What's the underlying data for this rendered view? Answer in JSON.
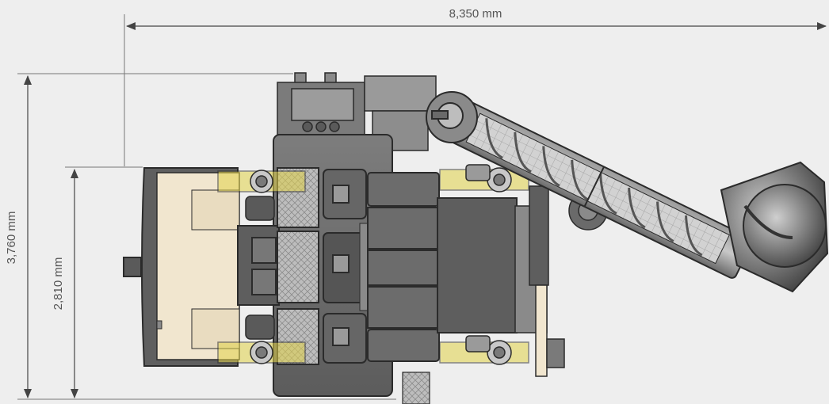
{
  "dimensions": {
    "overall_length": "8,350 mm",
    "overall_width": "3,760 mm",
    "track_width": "2,810 mm"
  },
  "colors": {
    "background": "#eeeeee",
    "body": "#6f6f6f",
    "body_dark": "#4a4a4a",
    "outline": "#2b2b2b",
    "cab": "#f1e6cf",
    "wheel_highlight": "#e3d34a",
    "dimension_line": "#444444"
  },
  "icons": {
    "logo_mark": "w-logo-icon"
  }
}
